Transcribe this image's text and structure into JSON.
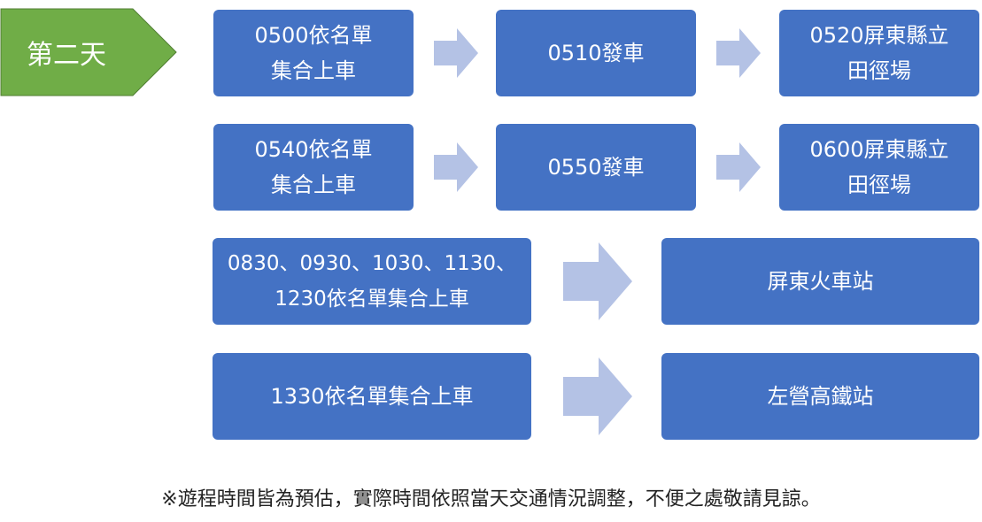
{
  "day_label": "第二天",
  "colors": {
    "banner": "#70ad47",
    "box": "#4472c4",
    "arrow": "#b4c2e5",
    "text": "#ffffff"
  },
  "rows": [
    {
      "steps": [
        {
          "lines": [
            "0500依名單",
            "集合上車"
          ]
        },
        {
          "lines": [
            "0510發車"
          ]
        },
        {
          "lines": [
            "0520屏東縣立",
            "田徑場"
          ]
        }
      ]
    },
    {
      "steps": [
        {
          "lines": [
            "0540依名單",
            "集合上車"
          ]
        },
        {
          "lines": [
            "0550發車"
          ]
        },
        {
          "lines": [
            "0600屏東縣立",
            "田徑場"
          ]
        }
      ]
    },
    {
      "steps": [
        {
          "lines": [
            "0830、0930、1030、1130、",
            "1230依名單集合上車"
          ]
        },
        {
          "lines": [
            "屏東火車站"
          ]
        }
      ]
    },
    {
      "steps": [
        {
          "lines": [
            "1330依名單集合上車"
          ]
        },
        {
          "lines": [
            "左營高鐵站"
          ]
        }
      ]
    }
  ],
  "footnote": "※遊程時間皆為預估，實際時間依照當天交通情況調整，不便之處敬請見諒。"
}
